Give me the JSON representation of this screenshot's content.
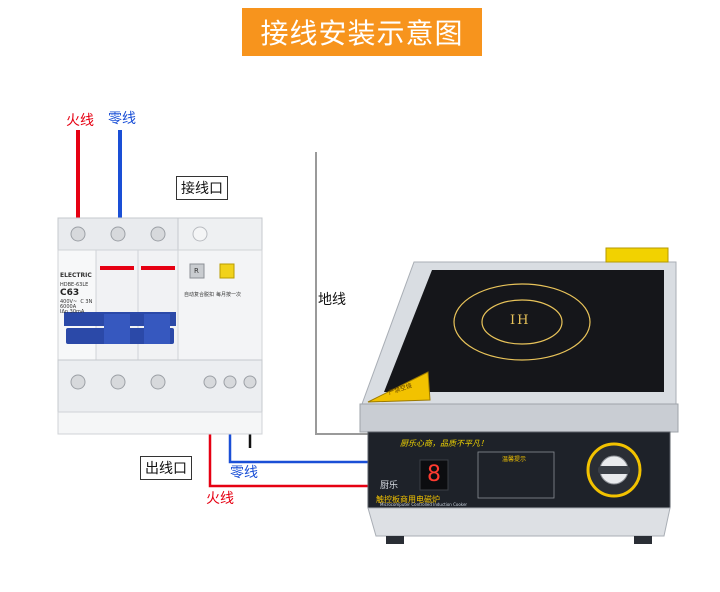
{
  "title": "接线安装示意图",
  "labels": {
    "live_top": "火线",
    "neutral_top": "零线",
    "inlet": "接线口",
    "ground": "地线",
    "outlet": "出线口",
    "neutral_bottom": "零线",
    "live_bottom": "火线"
  },
  "breaker": {
    "brand": "ELECTRIC",
    "model": "HDBE-63LE",
    "rating": "C63",
    "specs": "400V~  C 3N\n6000A\nIΔn 30mA",
    "test_button": "R",
    "caption_left": "自动复合脱扣",
    "caption_right": "每月按一次"
  },
  "cooker": {
    "panel_logo": "厨乐",
    "panel_slogan": "厨乐心商，品质不平凡！",
    "panel_title": "触控板商用电磁炉",
    "panel_subtitle": "Microcomputer Controlled Induction Cooker",
    "display_digit": "8",
    "instructions_title": "温馨提示",
    "ih_mark": "IH",
    "warning_tag": "严禁空烧"
  },
  "colors": {
    "banner": "#f7941d",
    "live": "#e60012",
    "neutral": "#1a4fd6",
    "ground": "#9a9a9a",
    "breaker_handle": "#2b49a8"
  }
}
